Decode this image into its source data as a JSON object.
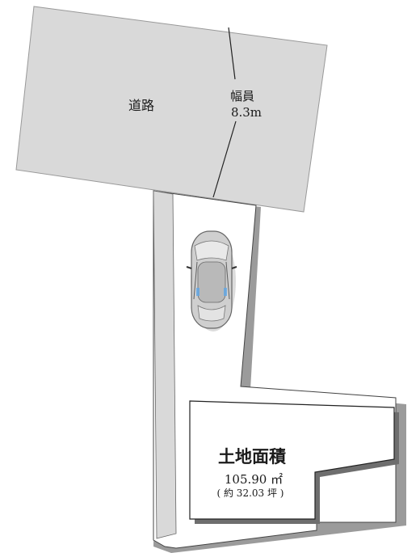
{
  "road": {
    "label": "道路",
    "width_label": "幅員",
    "width_value": "8.3m"
  },
  "land": {
    "title": "土地面積",
    "area_sqm": "105.90 ㎡",
    "area_tsubo": "( 約 32.03 坪 )"
  },
  "colors": {
    "road_fill": "#d9d9d9",
    "lot_fill": "#ffffff",
    "outline": "#555555",
    "shadow": "#8a8a8a",
    "car_body": "#c8c8c8"
  },
  "icons": {
    "car": "car-top-view-icon"
  }
}
